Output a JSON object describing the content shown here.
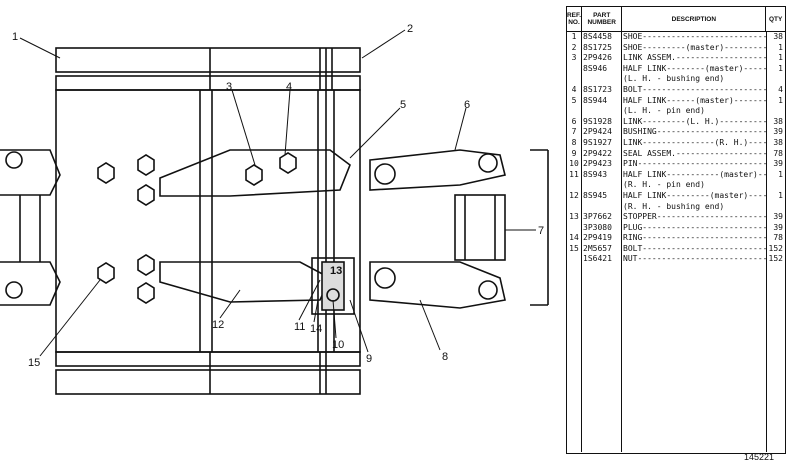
{
  "callouts": [
    "1",
    "2",
    "3",
    "4",
    "5",
    "6",
    "7",
    "8",
    "9",
    "10",
    "11",
    "12",
    "13",
    "14",
    "15"
  ],
  "table": {
    "headers": {
      "ref": "REF. NO.",
      "part": "PART NUMBER",
      "desc": "DESCRIPTION",
      "qty": "QTY"
    },
    "rows": [
      {
        "ref": "1",
        "part": "8S4458",
        "desc": "SHOE-------------------------------",
        "qty": "38"
      },
      {
        "ref": "2",
        "part": "8S1725",
        "desc": "SHOE---------(master)--------------",
        "qty": "1"
      },
      {
        "ref": "3",
        "part": "2P9426",
        "desc": "LINK ASSEM.------------------------",
        "qty": "1"
      },
      {
        "ref": "",
        "part": "8S946",
        "desc": "  HALF LINK--------(master)-----",
        "qty": "1"
      },
      {
        "ref": "",
        "part": "",
        "desc": "     (L. H. - bushing end)",
        "qty": ""
      },
      {
        "ref": "4",
        "part": "8S1723",
        "desc": "BOLT-------------------------------",
        "qty": "4"
      },
      {
        "ref": "5",
        "part": "8S944",
        "desc": "  HALF LINK------(master)--------",
        "qty": "1"
      },
      {
        "ref": "",
        "part": "",
        "desc": "       (L. H. - pin end)",
        "qty": ""
      },
      {
        "ref": "6",
        "part": "9S1928",
        "desc": "LINK---------(L. H.)---------------",
        "qty": "38"
      },
      {
        "ref": "7",
        "part": "2P9424",
        "desc": "BUSHING----------------------------",
        "qty": "39"
      },
      {
        "ref": "8",
        "part": "9S1927",
        "desc": "LINK---------------(R. H.)---------",
        "qty": "38"
      },
      {
        "ref": "9",
        "part": "2P9422",
        "desc": "SEAL ASSEM.------------------------",
        "qty": "78"
      },
      {
        "ref": "10",
        "part": "2P9423",
        "desc": "PIN--------------------------------",
        "qty": "39"
      },
      {
        "ref": "11",
        "part": "8S943",
        "desc": "  HALF LINK-----------(master)--",
        "qty": "1"
      },
      {
        "ref": "",
        "part": "",
        "desc": "       (R. H. - pin end)",
        "qty": ""
      },
      {
        "ref": "12",
        "part": "8S945",
        "desc": "  HALF LINK---------(master)----",
        "qty": "1"
      },
      {
        "ref": "",
        "part": "",
        "desc": "     (R. H. - bushing end)",
        "qty": ""
      },
      {
        "ref": "13",
        "part": "3P7662",
        "desc": "STOPPER----------------------------",
        "qty": "39"
      },
      {
        "ref": "",
        "part": "3P3080",
        "desc": "PLUG-------------------------------",
        "qty": "39"
      },
      {
        "ref": "14",
        "part": "2P9419",
        "desc": "RING-------------------------------",
        "qty": "78"
      },
      {
        "ref": "15",
        "part": "2M5657",
        "desc": "BOLT-------------------------------",
        "qty": "152"
      },
      {
        "ref": "",
        "part": "1S6421",
        "desc": "NUT--------------------------------",
        "qty": "152"
      }
    ]
  },
  "ref_code": "145221"
}
